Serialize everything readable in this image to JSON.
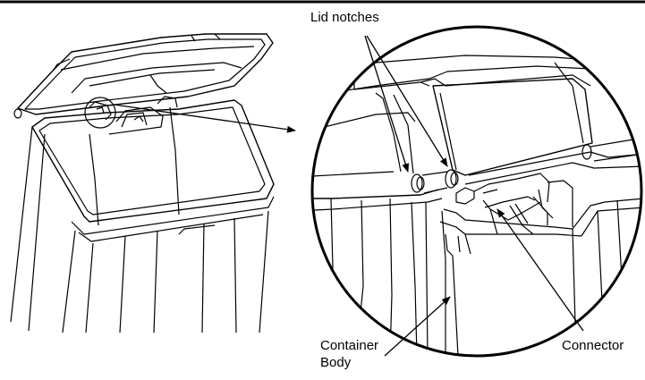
{
  "labels": {
    "lid_notches": "Lid notches",
    "container_line1": "Container",
    "container_line2": "Body",
    "connector": "Connector"
  }
}
